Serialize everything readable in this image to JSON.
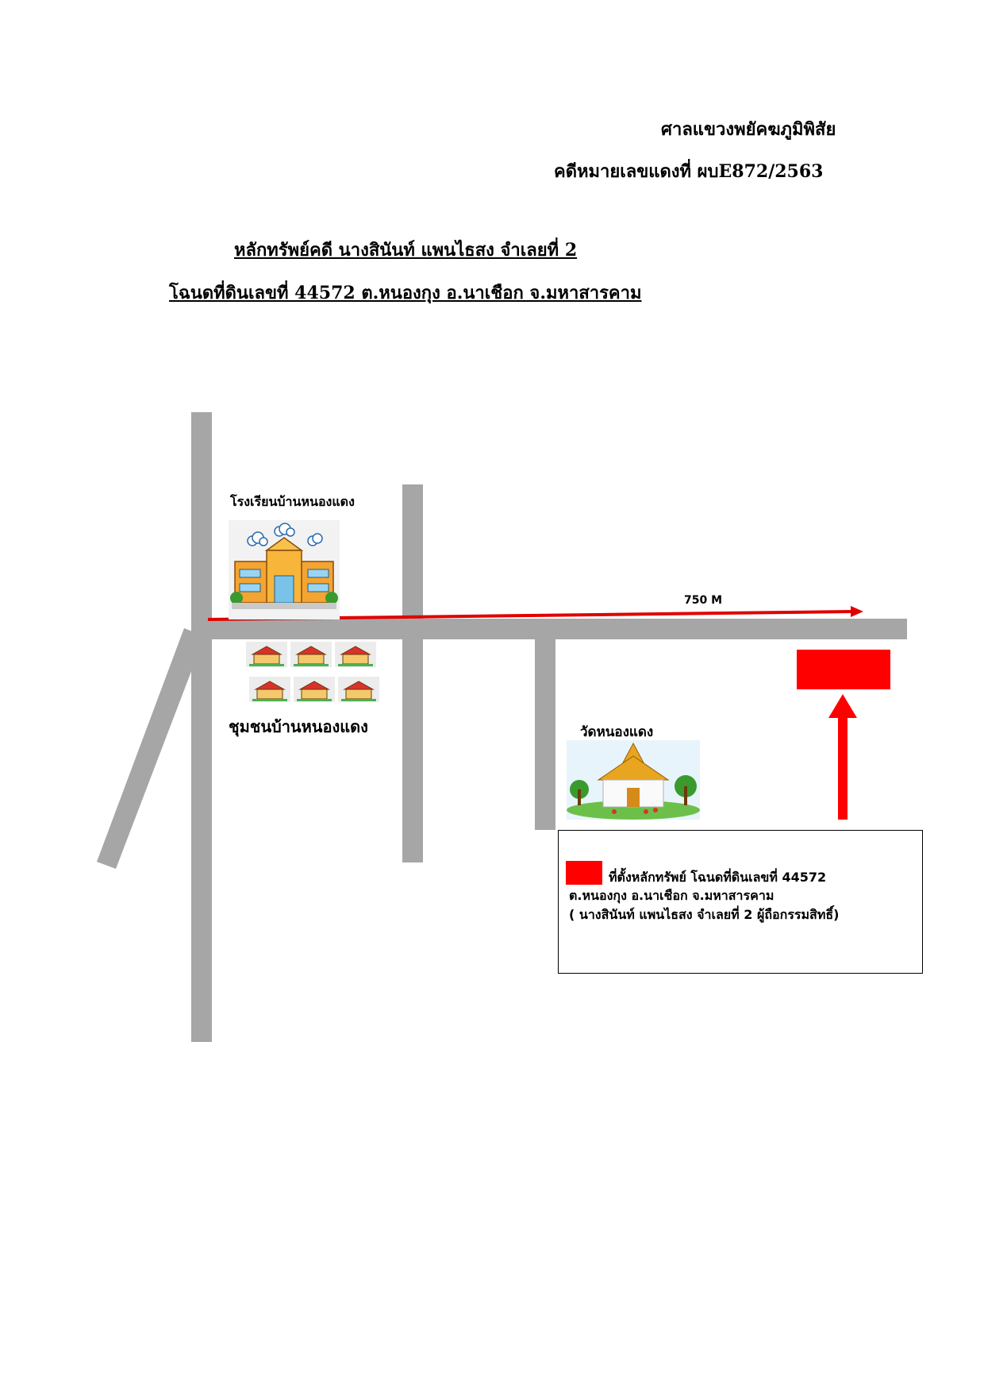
{
  "header": {
    "court": "ศาลแขวงพยัคฆภูมิพิสัย",
    "case_no": "คดีหมายเลขแดงที่ ผบE872/2563"
  },
  "title": {
    "line1": "หลักทรัพย์คดี นางสินันท์  แพนไธสง  จำเลยที่ 2",
    "line2": "โฉนดที่ดินเลขที่ 44572 ต.หนองกุง อ.นาเชือก จ.มหาสารคาม"
  },
  "map": {
    "school_label": "โรงเรียนบ้านหนองแดง",
    "community_label": "ชุมชนบ้านหนองแดง",
    "temple_label": "วัดหนองแดง",
    "distance_label": "750 M",
    "road_color": "#a6a6a6",
    "marker_color": "#ff0000"
  },
  "legend": {
    "line1": "ที่ตั้งหลักทรัพย์ โฉนดที่ดินเลขที่ 44572",
    "line2": "ต.หนองกุง อ.นาเชือก  จ.มหาสารคาม",
    "line3": "( นางสินันท์  แพนไธสง  จำเลยที่ 2 ผู้ถือกรรมสิทธิ์)"
  }
}
